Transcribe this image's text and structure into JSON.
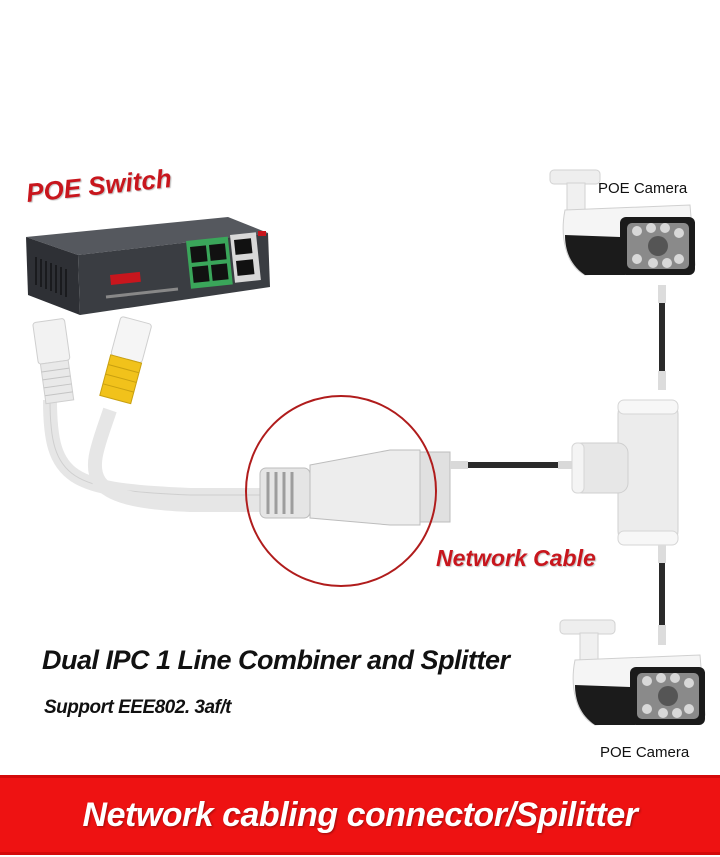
{
  "labels": {
    "poe_switch": "POE Switch",
    "poe_camera_top": "POE Camera",
    "poe_camera_bottom": "POE Camera",
    "network_cable": "Network Cable"
  },
  "headline": {
    "title": "Dual IPC 1 Line Combiner and Splitter",
    "subtitle": "Support EEE802. 3af/t"
  },
  "banner": {
    "text": "Network cabling connector/Spilitter"
  },
  "colors": {
    "accent_red": "#c8161d",
    "banner_red": "#ee1212",
    "switch_body": "#3a3d42",
    "poe_port_green": "#3aa65a"
  }
}
